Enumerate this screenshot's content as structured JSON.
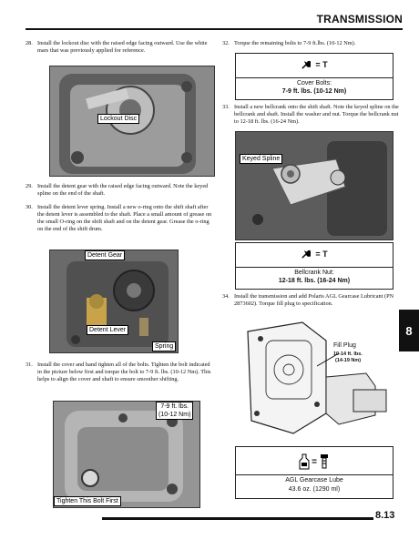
{
  "header": {
    "title": "TRANSMISSION"
  },
  "steps": {
    "s28": {
      "num": "28.",
      "text": "Install the lockout disc with the raised edge facing outward. Use the white mars that was previously applied for reference."
    },
    "s29": {
      "num": "29.",
      "text": "Install the detent gear with the raised edge facing outward. Note the keyed spline on the end of the shaft."
    },
    "s30": {
      "num": "30.",
      "text": "Install the detent lever spring. Install a new o-ring onto the shift shaft after the detent lever is assembled to the shaft. Place a small amount of grease on the small O-ring on the shift shaft and on the detent gear. Grease the o-ring on the end of the shift drum."
    },
    "s31": {
      "num": "31.",
      "text": "Install the cover and hand tighten all of the bolts. Tighten the bolt indicated in the picture below first and torque the bolt to 7-9 ft. lbs. (10-12 Nm). This helps to align the cover and shaft to ensure smoother shifting."
    },
    "s32": {
      "num": "32.",
      "text": "Torque the remaining bolts to 7-9 ft.lbs. (10-12 Nm)."
    },
    "s33": {
      "num": "33.",
      "text": "Install a new bellcrank onto the shift shaft. Note the keyed spline on the bellcrank and shaft. Install the washer and nut. Torque the bellcrank nut to 12-18 ft. lbs. (16-24 Nm)."
    },
    "s34": {
      "num": "34.",
      "text": "Install the transmission and add Polaris AGL Gearcase Lubricant (PN 2873602). Torque fill plug to specification."
    }
  },
  "labels": {
    "lockout_disc": "Lockout Disc",
    "detent_gear": "Detent Gear",
    "detent_lever": "Detent Lever",
    "spring": "Spring",
    "torque_callout_1": "7-9 ft. lbs.",
    "torque_callout_2": "(10-12 Nm)",
    "tighten_first": "Tighten This Bolt First",
    "keyed_spline": "Keyed Spline",
    "fill_plug": "Fill Plug",
    "fill_plug_torque_1": "10-14 ft. lbs.",
    "fill_plug_torque_2": "(14-19 Nm)"
  },
  "specs": {
    "torque_symbol": "= T",
    "cover_bolts_title": "Cover Bolts:",
    "cover_bolts_value": "7-9 ft. lbs. (10-12 Nm)",
    "bellcrank_title": "Bellcrank Nut:",
    "bellcrank_value": "12-18 ft. lbs. (16-24 Nm)",
    "lube_symbol": "=",
    "lube_title": "AGL Gearcase Lube",
    "lube_value": "43.6 oz. (1290 ml)"
  },
  "side_tab": "8",
  "footer": {
    "page_number": "8.13"
  }
}
